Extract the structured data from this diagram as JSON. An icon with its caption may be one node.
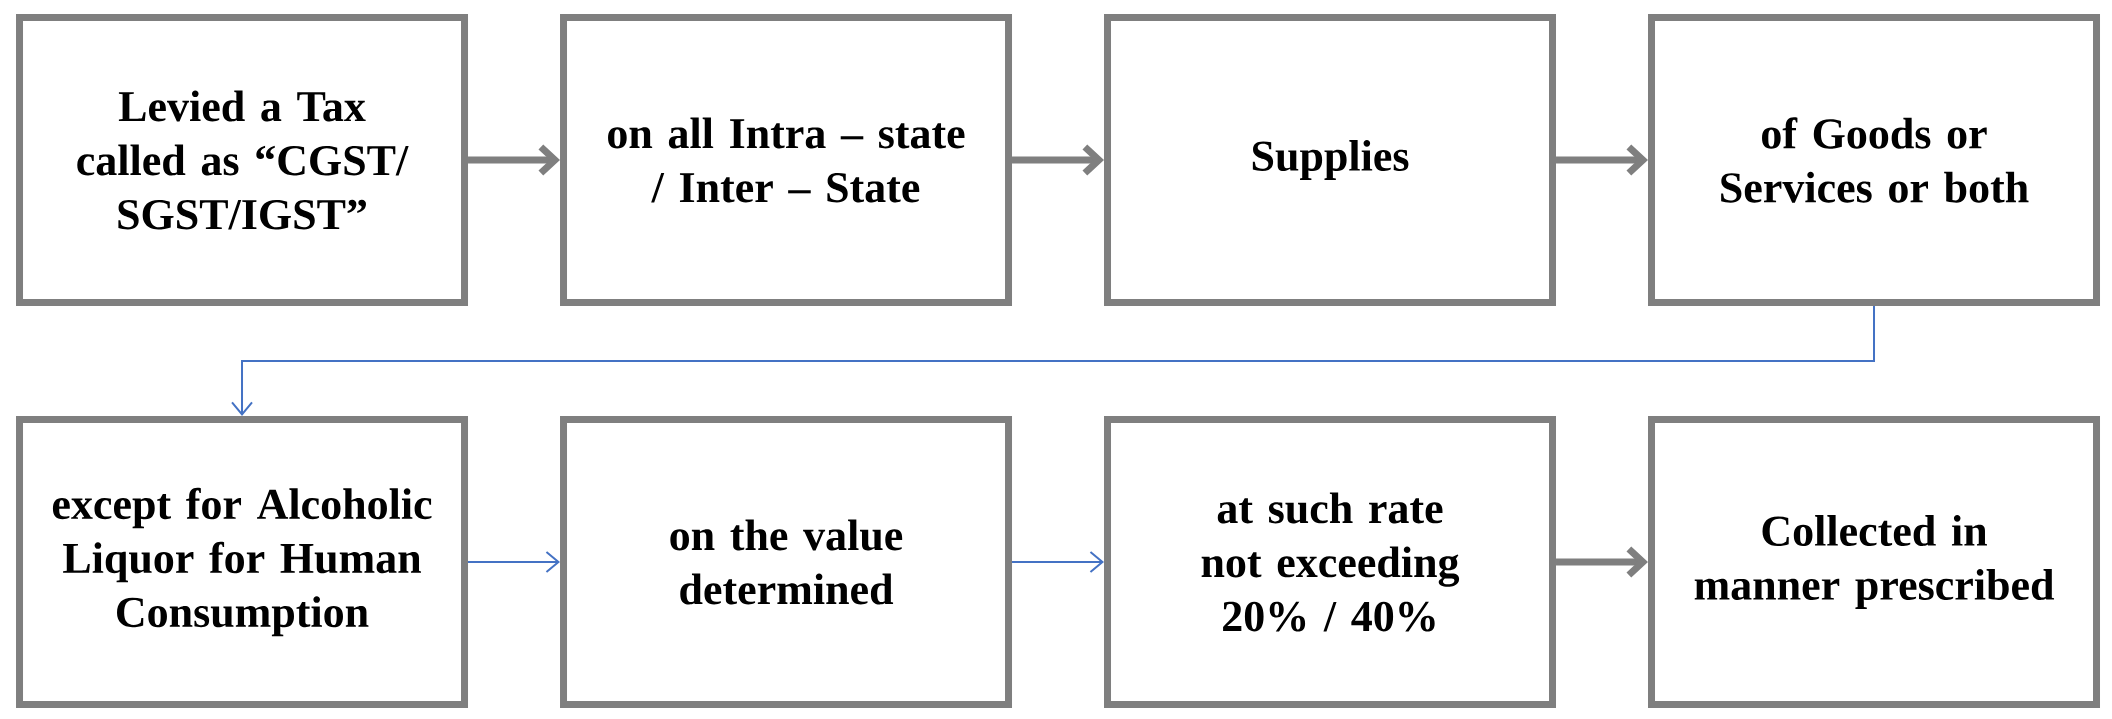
{
  "diagram": {
    "nodes": [
      {
        "text": [
          "Levied a Tax called as “CGST/ SGST/IGST”"
        ]
      },
      {
        "text": [
          "on all Intra – state / Inter – State"
        ]
      },
      {
        "text": [
          "Supplies"
        ]
      },
      {
        "text": [
          "of Goods or Services or both"
        ]
      },
      {
        "text": [
          "except for Alcoholic Liquor for Human Consumption"
        ]
      },
      {
        "text": [
          "on the value determined"
        ]
      },
      {
        "text": [
          "at such rate not exceeding 20% / 40%"
        ]
      },
      {
        "text": [
          "Collected in manner prescribed"
        ]
      }
    ],
    "edges": [
      {
        "from": 0,
        "to": 1,
        "arrow": "to"
      },
      {
        "from": 1,
        "to": 2,
        "arrow": "to"
      },
      {
        "from": 2,
        "to": 3,
        "arrow": "to"
      },
      {
        "from": 3,
        "to": 4,
        "arrow": "to",
        "color": "#4472c4"
      },
      {
        "from": 4,
        "to": 5,
        "arrow": "to",
        "color": "#4472c4"
      },
      {
        "from": 5,
        "to": 6,
        "arrow": "to",
        "color": "#4472c4"
      },
      {
        "from": 6,
        "to": 7,
        "arrow": "to"
      }
    ]
  }
}
